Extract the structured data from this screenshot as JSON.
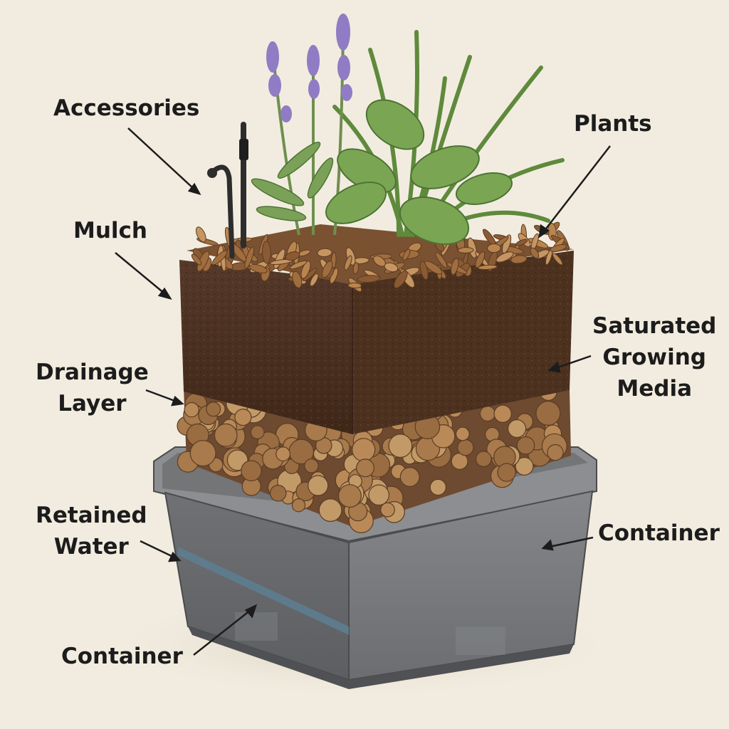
{
  "labels": {
    "accessories": "Accessories",
    "plants": "Plants",
    "mulch": "Mulch",
    "saturated_growing_media": [
      "Saturated",
      "Growing",
      "Media"
    ],
    "drainage_layer": [
      "Drainage",
      "Layer"
    ],
    "retained_water": [
      "Retained",
      "Water"
    ],
    "container_right": "Container",
    "container_bottom": "Container"
  },
  "colors": {
    "background": "#f2ece0",
    "container": "#7b7d80",
    "growing_media": "#4a2f1f",
    "drainage_pebbles": "#a87a4c",
    "mulch": "#9a6a3e",
    "water_line": "#5d7f92",
    "foliage": "#6d9a48",
    "lavender": "#8f7cc4"
  }
}
